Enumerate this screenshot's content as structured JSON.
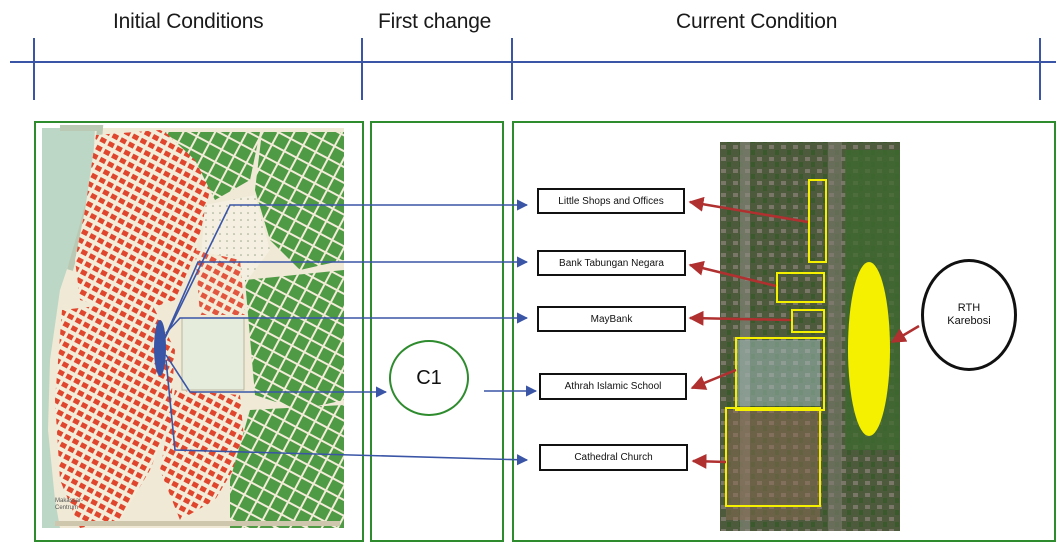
{
  "headers": {
    "initial": "Initial Conditions",
    "first": "First change",
    "current": "Current Condition"
  },
  "map_legend": "Makassar-Centrum",
  "c1_label": "C1",
  "boxes": [
    "Little Shops and Offices",
    "Bank Tabungan Negara",
    "MayBank",
    "Athrah Islamic School",
    "Cathedral Church"
  ],
  "rth": {
    "line1": "RTH",
    "line2": "Karebosi"
  },
  "colors": {
    "timeline": "#3a55a6",
    "panel_border": "#2e8b2e",
    "arrow": "#3a55a6",
    "pointer": "#b03030",
    "highlight": "#f5f000"
  }
}
